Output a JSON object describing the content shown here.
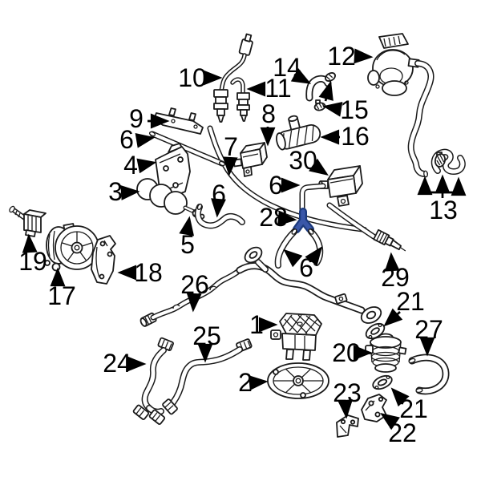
{
  "diagram": {
    "background_color": "#ffffff",
    "line_color": "#1a1a1a",
    "highlight": {
      "callout": "28",
      "fill": "#3a57a8",
      "outline": "#1c3a7c"
    },
    "callouts": [
      {
        "label": "9"
      },
      {
        "label": "6"
      },
      {
        "label": "10"
      },
      {
        "label": "11"
      },
      {
        "label": "14"
      },
      {
        "label": "12"
      },
      {
        "label": "15"
      },
      {
        "label": "16"
      },
      {
        "label": "8"
      },
      {
        "label": "7"
      },
      {
        "label": "4"
      },
      {
        "label": "3"
      },
      {
        "label": "30"
      },
      {
        "label": "6"
      },
      {
        "label": "28",
        "highlighted": true
      },
      {
        "label": "6"
      },
      {
        "label": "5"
      },
      {
        "label": "19"
      },
      {
        "label": "17"
      },
      {
        "label": "18"
      },
      {
        "label": "6"
      },
      {
        "label": "29"
      },
      {
        "label": "13"
      },
      {
        "label": "26"
      },
      {
        "label": "21"
      },
      {
        "label": "1"
      },
      {
        "label": "27"
      },
      {
        "label": "20"
      },
      {
        "label": "25"
      },
      {
        "label": "24"
      },
      {
        "label": "2"
      },
      {
        "label": "23"
      },
      {
        "label": "21"
      },
      {
        "label": "22"
      }
    ]
  }
}
